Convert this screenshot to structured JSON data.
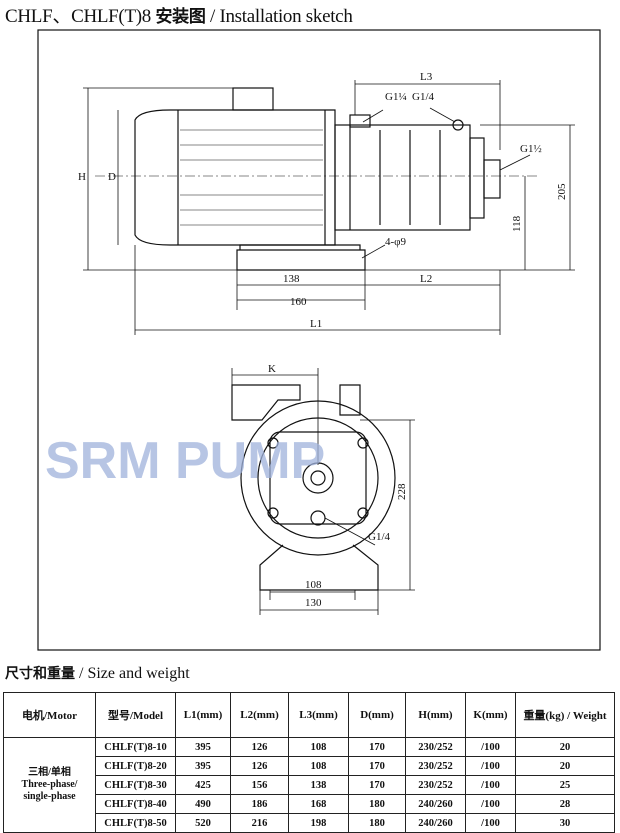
{
  "title": {
    "model": "CHLF、CHLF(T)8",
    "cn": "安装图",
    "en": "/ Installation sketch"
  },
  "drawing": {
    "labels": {
      "L3": "L3",
      "G1q": "G1¼",
      "G14a": "G1/4",
      "G1h": "G1½",
      "H": "H",
      "D": "D",
      "d205": "205",
      "d118": "118",
      "holes": "4-φ9",
      "d138": "138",
      "d160": "160",
      "L2": "L2",
      "L1": "L1",
      "K": "K",
      "d228": "228",
      "G14b": "G1/4",
      "d108": "108",
      "d130": "130"
    },
    "watermark": "SRM PUMP"
  },
  "section": {
    "cn": "尺寸和重量",
    "en": "/ Size and weight"
  },
  "table": {
    "headers": [
      "电机/Motor",
      "型号/Model",
      "L1(mm)",
      "L2(mm)",
      "L3(mm)",
      "D(mm)",
      "H(mm)",
      "K(mm)",
      "重量(kg) / Weight"
    ],
    "motor": {
      "cn": "三相/单相",
      "en1": "Three-phase/",
      "en2": "single-phase"
    },
    "rows": [
      [
        "CHLF(T)8-10",
        "395",
        "126",
        "108",
        "170",
        "230/252",
        "/100",
        "20"
      ],
      [
        "CHLF(T)8-20",
        "395",
        "126",
        "108",
        "170",
        "230/252",
        "/100",
        "20"
      ],
      [
        "CHLF(T)8-30",
        "425",
        "156",
        "138",
        "170",
        "230/252",
        "/100",
        "25"
      ],
      [
        "CHLF(T)8-40",
        "490",
        "186",
        "168",
        "180",
        "240/260",
        "/100",
        "28"
      ],
      [
        "CHLF(T)8-50",
        "520",
        "216",
        "198",
        "180",
        "240/260",
        "/100",
        "30"
      ]
    ]
  }
}
